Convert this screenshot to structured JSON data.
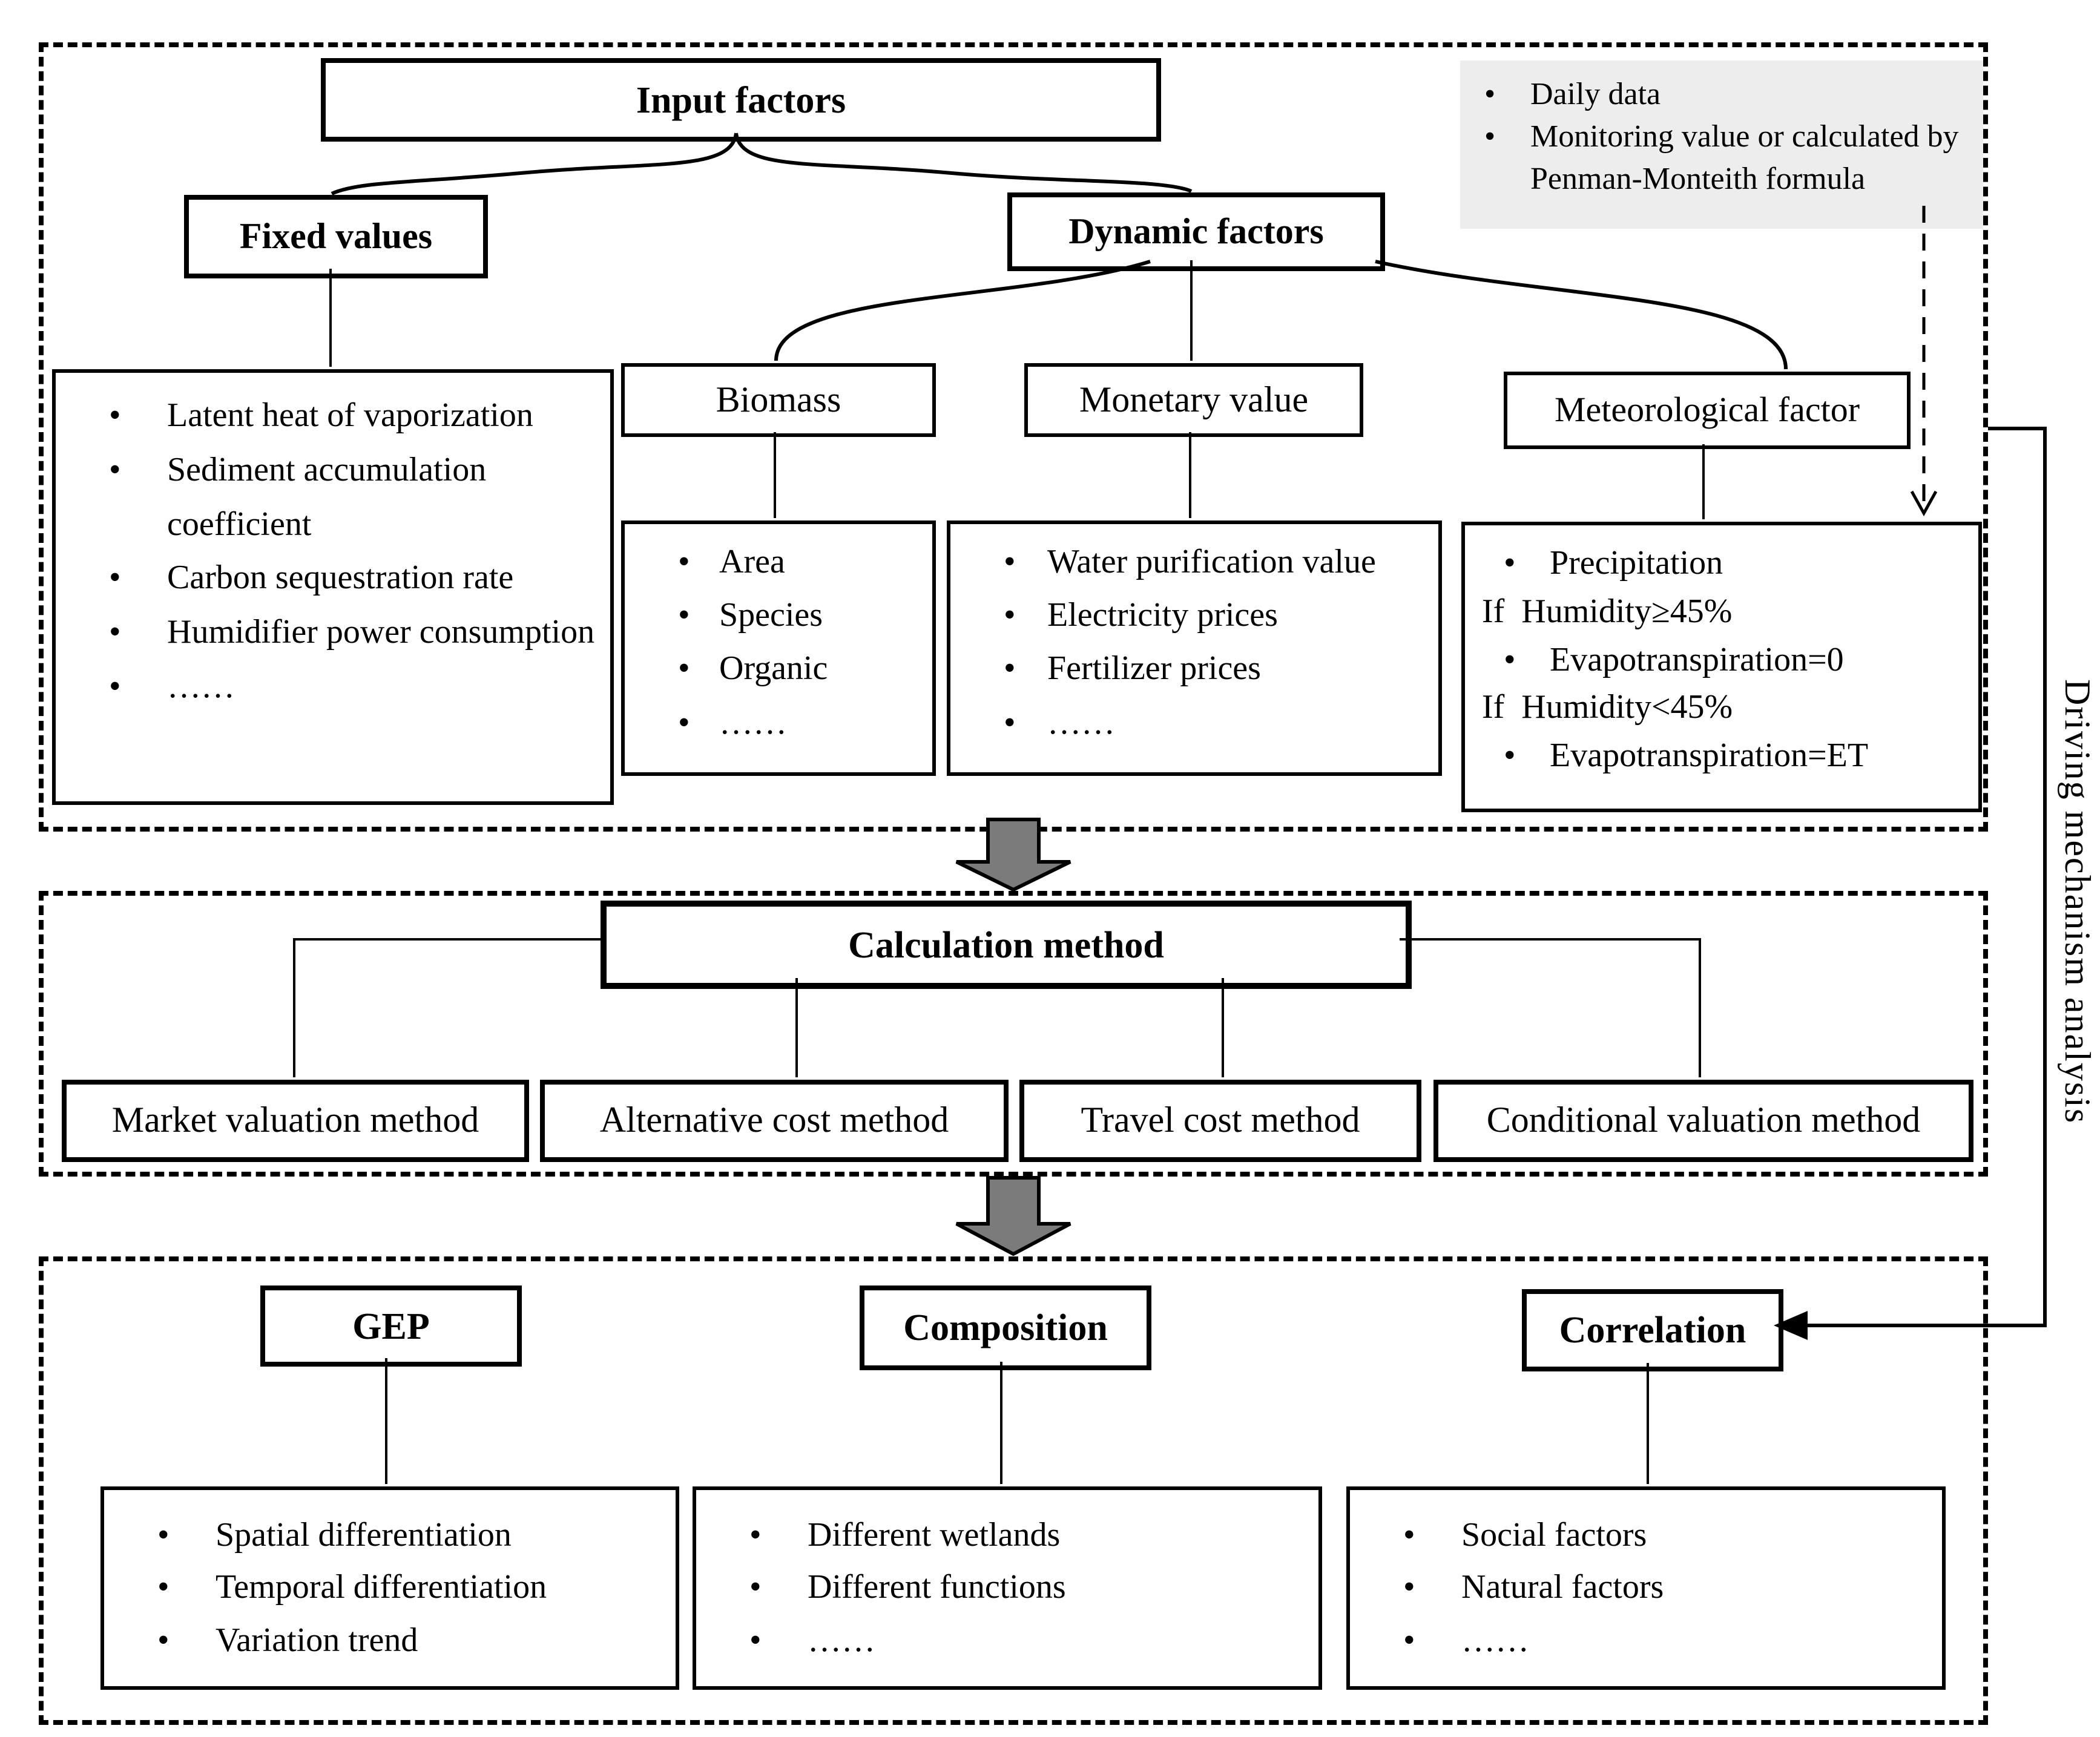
{
  "colors": {
    "arrow_gray": "#7b7b7b",
    "note_bg": "#ededed",
    "line_black": "#000000"
  },
  "input_section": {
    "title": "Input factors",
    "note": {
      "bullets": [
        "Daily data",
        "Monitoring value or calculated by Penman-Monteith formula"
      ]
    },
    "fixed": {
      "title": "Fixed values",
      "bullets": [
        "Latent heat of vaporization",
        "Sediment accumulation coefficient",
        "Carbon sequestration rate",
        "Humidifier power consumption",
        "……"
      ]
    },
    "dynamic": {
      "title": "Dynamic factors"
    },
    "biomass": {
      "title": "Biomass",
      "bullets": [
        "Area",
        "Species",
        "Organic",
        "……"
      ]
    },
    "monetary": {
      "title": "Monetary value",
      "bullets": [
        "Water purification value",
        "Electricity prices",
        "Fertilizer prices",
        "……"
      ]
    },
    "meteorological": {
      "title": "Meteorological factor",
      "lines": [
        "Precipitation",
        "If  Humidity≥45%",
        "Evapotranspiration=0",
        "If  Humidity<45%",
        "Evapotranspiration=ET"
      ]
    }
  },
  "calculation_section": {
    "title": "Calculation method",
    "methods": [
      "Market valuation method",
      "Alternative cost method",
      "Travel cost method",
      "Conditional valuation method"
    ]
  },
  "result_section": {
    "gep": {
      "title": "GEP",
      "bullets": [
        "Spatial differentiation",
        "Temporal differentiation",
        "Variation trend"
      ]
    },
    "composition": {
      "title": "Composition",
      "bullets": [
        "Different wetlands",
        "Different functions",
        "……"
      ]
    },
    "correlation": {
      "title": "Correlation",
      "bullets": [
        "Social factors",
        "Natural factors",
        "……"
      ]
    }
  },
  "side": {
    "driving_label": "Driving mechanism analysis"
  }
}
